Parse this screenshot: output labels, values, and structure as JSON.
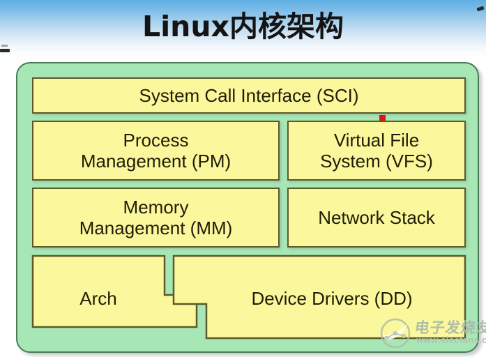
{
  "header": {
    "title": "Linux内核架构",
    "gradient_from": "#5eaee2",
    "gradient_to": "#ffffff"
  },
  "colors": {
    "panel_fill": "#a7e7b5",
    "panel_border": "#4b7a55",
    "box_fill": "#fbf79c",
    "box_border": "#5b5a28",
    "text": "#201d06",
    "marker": "#e21414"
  },
  "diagram": {
    "name": "linux-kernel-architecture",
    "rows": [
      {
        "name": "system-call-row",
        "boxes": [
          {
            "name": "system-call-interface",
            "lines": [
              "System Call Interface (SCI)"
            ]
          }
        ]
      },
      {
        "name": "process-vfs-row",
        "boxes": [
          {
            "name": "process-management",
            "lines": [
              "Process",
              "Management (PM)"
            ]
          },
          {
            "name": "virtual-file-system",
            "lines": [
              "Virtual File",
              "System (VFS)"
            ]
          }
        ]
      },
      {
        "name": "memory-network-row",
        "boxes": [
          {
            "name": "memory-management",
            "lines": [
              "Memory",
              "Management (MM)"
            ]
          },
          {
            "name": "network-stack",
            "lines": [
              "Network Stack"
            ]
          }
        ]
      },
      {
        "name": "arch-device-drivers-row",
        "boxes": [
          {
            "name": "arch",
            "lines": [
              "Arch"
            ]
          },
          {
            "name": "device-drivers",
            "lines": [
              "Device Drivers (DD)"
            ]
          }
        ]
      }
    ]
  },
  "text": {
    "sci": "System Call Interface (SCI)",
    "pm_line1": "Process",
    "pm_line2": "Management (PM)",
    "vfs_line1": "Virtual File",
    "vfs_line2": "System (VFS)",
    "mm_line1": "Memory",
    "mm_line2": "Management (MM)",
    "net": "Network Stack",
    "arch": "Arch",
    "dd": "Device Drivers (DD)"
  },
  "watermark": {
    "brand_cn": "电子发烧友",
    "url": "www.elecfans.com"
  }
}
